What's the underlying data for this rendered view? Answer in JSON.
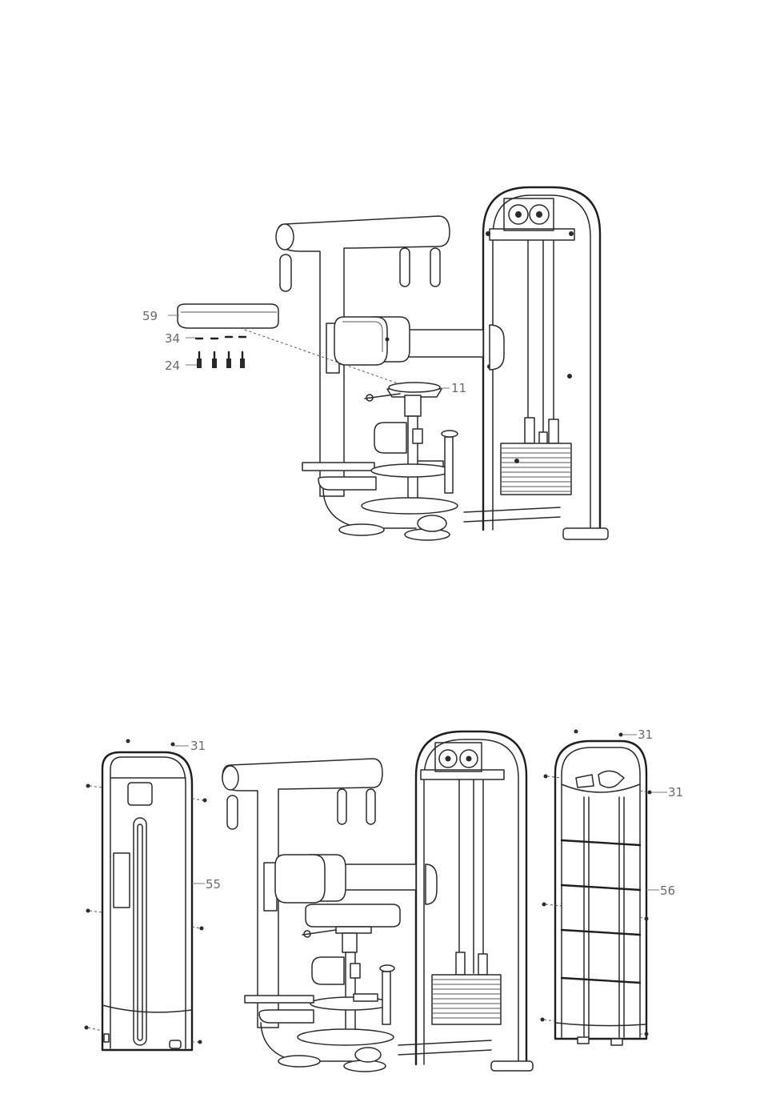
{
  "callouts": {
    "top": {
      "seat_pad": "59",
      "washer": "34",
      "bolt": "24",
      "seat_assembly": "11"
    },
    "bottom": {
      "screw_left_top": "31",
      "left_shroud": "55",
      "screw_right_top": "31",
      "screw_right_side": "31",
      "right_shroud": "56"
    }
  }
}
